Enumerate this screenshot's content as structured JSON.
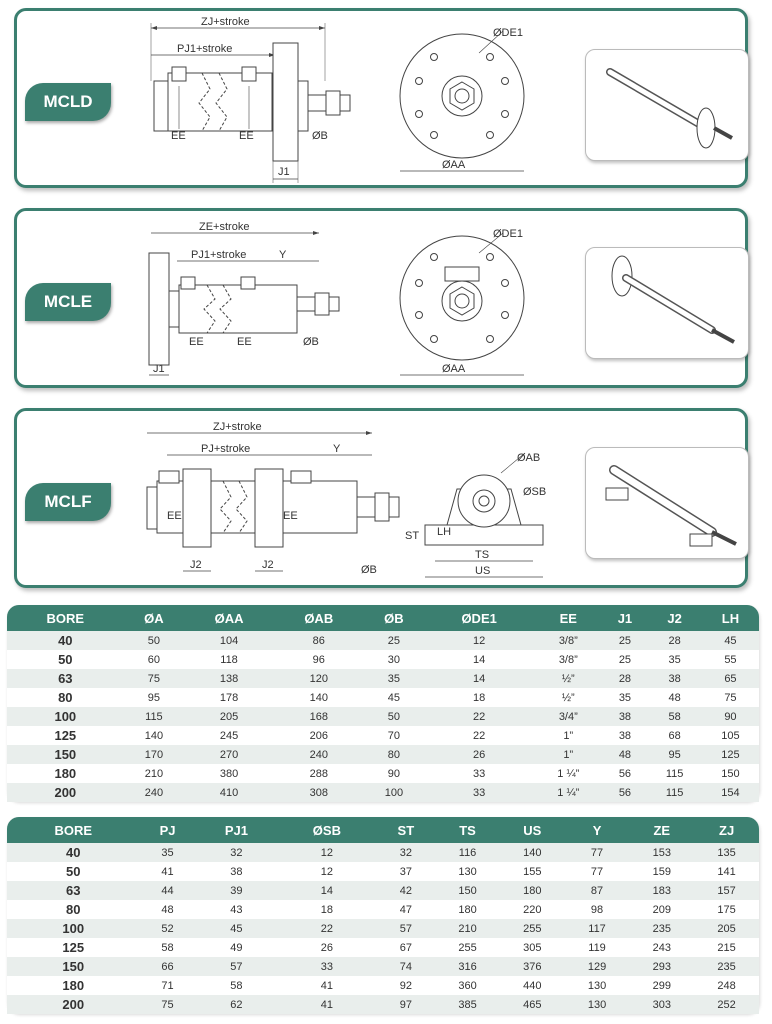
{
  "panels": [
    {
      "tab_label": "MCLD",
      "dims": {
        "overall": "ZJ+stroke",
        "inner": "PJ1+stroke",
        "port_left": "EE",
        "port_right": "EE",
        "rod": "ØB",
        "flange": "J1",
        "face_top": "ØDE1",
        "face_bottom": "ØAA"
      }
    },
    {
      "tab_label": "MCLE",
      "dims": {
        "overall": "ZE+stroke",
        "inner": "PJ1+stroke",
        "y": "Y",
        "port_left": "EE",
        "port_right": "EE",
        "rod": "ØB",
        "flange": "J1",
        "face_top": "ØDE1",
        "face_bottom": "ØAA"
      }
    },
    {
      "tab_label": "MCLF",
      "dims": {
        "overall": "ZJ+stroke",
        "inner": "PJ+stroke",
        "y": "Y",
        "port_left": "EE",
        "port_right": "EE",
        "rod": "ØB",
        "j2_left": "J2",
        "j2_right": "J2",
        "ab": "ØAB",
        "sb": "ØSB",
        "st": "ST",
        "lh": "LH",
        "ts": "TS",
        "us": "US"
      }
    }
  ],
  "table1": {
    "headers": [
      "BORE",
      "ØA",
      "ØAA",
      "ØAB",
      "ØB",
      "ØDE1",
      "EE",
      "J1",
      "J2",
      "LH"
    ],
    "rows": [
      [
        "40",
        "50",
        "104",
        "86",
        "25",
        "12",
        "3/8”",
        "25",
        "28",
        "45"
      ],
      [
        "50",
        "60",
        "118",
        "96",
        "30",
        "14",
        "3/8”",
        "25",
        "35",
        "55"
      ],
      [
        "63",
        "75",
        "138",
        "120",
        "35",
        "14",
        "½”",
        "28",
        "38",
        "65"
      ],
      [
        "80",
        "95",
        "178",
        "140",
        "45",
        "18",
        "½”",
        "35",
        "48",
        "75"
      ],
      [
        "100",
        "115",
        "205",
        "168",
        "50",
        "22",
        "3/4”",
        "38",
        "58",
        "90"
      ],
      [
        "125",
        "140",
        "245",
        "206",
        "70",
        "22",
        "1”",
        "38",
        "68",
        "105"
      ],
      [
        "150",
        "170",
        "270",
        "240",
        "80",
        "26",
        "1”",
        "48",
        "95",
        "125"
      ],
      [
        "180",
        "210",
        "380",
        "288",
        "90",
        "33",
        "1 ¼”",
        "56",
        "115",
        "150"
      ],
      [
        "200",
        "240",
        "410",
        "308",
        "100",
        "33",
        "1 ¼”",
        "56",
        "115",
        "154"
      ]
    ]
  },
  "table2": {
    "headers": [
      "BORE",
      "PJ",
      "PJ1",
      "ØSB",
      "ST",
      "TS",
      "US",
      "Y",
      "ZE",
      "ZJ"
    ],
    "rows": [
      [
        "40",
        "35",
        "32",
        "12",
        "32",
        "116",
        "140",
        "77",
        "153",
        "135"
      ],
      [
        "50",
        "41",
        "38",
        "12",
        "37",
        "130",
        "155",
        "77",
        "159",
        "141"
      ],
      [
        "63",
        "44",
        "39",
        "14",
        "42",
        "150",
        "180",
        "87",
        "183",
        "157"
      ],
      [
        "80",
        "48",
        "43",
        "18",
        "47",
        "180",
        "220",
        "98",
        "209",
        "175"
      ],
      [
        "100",
        "52",
        "45",
        "22",
        "57",
        "210",
        "255",
        "117",
        "235",
        "205"
      ],
      [
        "125",
        "58",
        "49",
        "26",
        "67",
        "255",
        "305",
        "119",
        "243",
        "215"
      ],
      [
        "150",
        "66",
        "57",
        "33",
        "74",
        "316",
        "376",
        "129",
        "293",
        "235"
      ],
      [
        "180",
        "71",
        "58",
        "41",
        "92",
        "360",
        "440",
        "130",
        "299",
        "248"
      ],
      [
        "200",
        "75",
        "62",
        "41",
        "97",
        "385",
        "465",
        "130",
        "303",
        "252"
      ]
    ]
  }
}
